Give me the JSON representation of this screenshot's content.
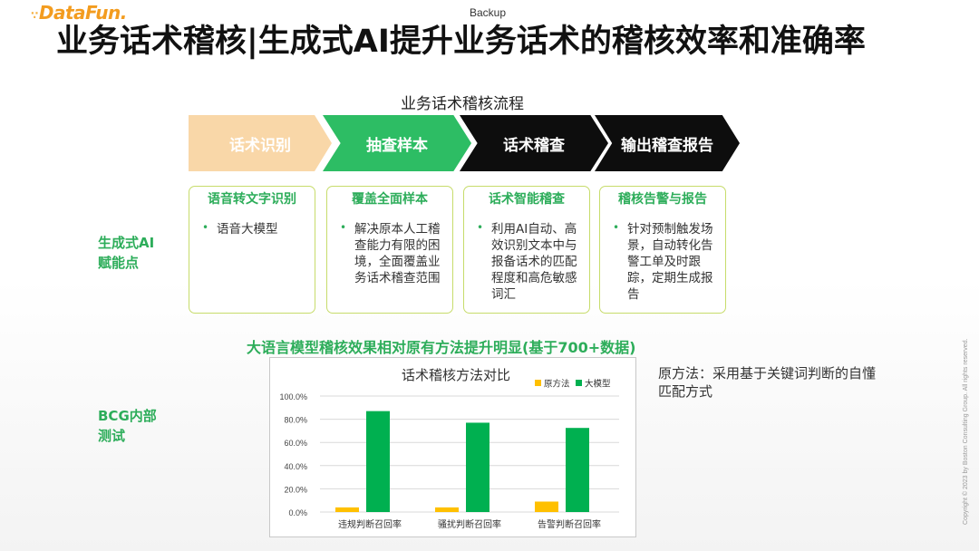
{
  "header": {
    "logo_text": "DataFun.",
    "logo_dots": "∵",
    "backup_label": "Backup",
    "title": "业务话术稽核|生成式AI提升业务话术的稽核效率和准确率"
  },
  "flow": {
    "title": "业务话术稽核流程",
    "steps": [
      {
        "label": "话术识别",
        "color": "#f9d7a8"
      },
      {
        "label": "抽查样本",
        "color": "#2dbd64"
      },
      {
        "label": "话术稽查",
        "color": "#0d0d0d"
      },
      {
        "label": "输出稽查报告",
        "color": "#0d0d0d"
      }
    ]
  },
  "enablement": {
    "label_line1": "生成式AI",
    "label_line2": "赋能点",
    "bullet": "•",
    "cards": [
      {
        "heading": "语音转文字识别",
        "text": "语音大模型"
      },
      {
        "heading": "覆盖全面样本",
        "text": "解决原本人工稽查能力有限的困境，全面覆盖业务话术稽查范围"
      },
      {
        "heading": "话术智能稽查",
        "text": "利用AI自动、高效识别文本中与报备话术的匹配程度和高危敏感词汇"
      },
      {
        "heading": "稽核告警与报告",
        "text": "针对预制触发场景，自动转化告警工单及时跟踪，定期生成报告"
      }
    ]
  },
  "test": {
    "label_line1": "BCG内部",
    "label_line2": "测试",
    "headline": "大语言模型稽核效果相对原有方法提升明显(基于700+数据)",
    "note": "原方法：采用基于关键词判断的自懂匹配方式"
  },
  "chart_data": {
    "type": "bar",
    "title": "话术稽核方法对比",
    "categories": [
      "违规判断召回率",
      "骚扰判断召回率",
      "告警判断召回率"
    ],
    "series": [
      {
        "name": "原方法",
        "color": "#ffc000",
        "values": [
          4.0,
          4.0,
          9.0
        ]
      },
      {
        "name": "大模型",
        "color": "#00b050",
        "values": [
          87.0,
          77.0,
          72.5
        ]
      }
    ],
    "yticks": [
      "0.0%",
      "20.0%",
      "40.0%",
      "60.0%",
      "80.0%",
      "100.0%"
    ],
    "ylim": [
      0,
      100
    ],
    "grid": true,
    "legend": "top-right"
  },
  "footer": {
    "copyright": "Copyright © 2023 by Boston Consulting Group. All rights reserved."
  }
}
